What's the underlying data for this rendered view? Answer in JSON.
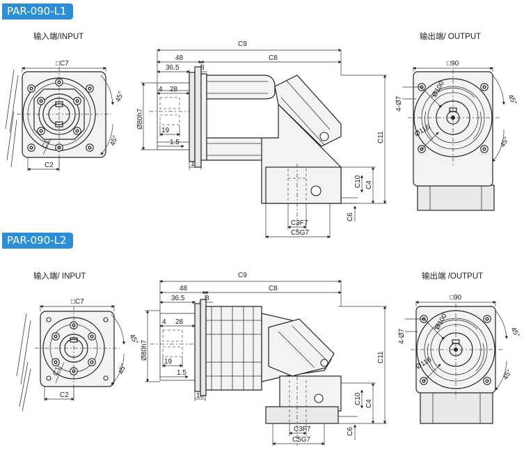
{
  "sections": [
    {
      "model": "PAR-090-L1",
      "input_title": "输入端/INPUT",
      "output_title": "输出端/ OUTPUT",
      "input_labels": {
        "square": "□C7",
        "c1": "C1",
        "c2": "C2",
        "ang_top": "45°",
        "ang_bot": "45°"
      },
      "side_labels": {
        "c9": "C9",
        "d48": "48",
        "c8": "C8",
        "d36_5": "36.5",
        "d8": "8",
        "d4": "4",
        "d28": "28",
        "dia80": "Ø80h7",
        "d19": "19",
        "d1_5": "1.5",
        "d10": "10",
        "c11": "C11",
        "c10": "C10",
        "c4": "C4",
        "c6": "C6",
        "c3": "C3F7",
        "c5": "C5G7"
      },
      "output_labels": {
        "square": "□90",
        "holes": "4-Ø7",
        "pcd100": "Ø100",
        "pcd116": "Ø116",
        "ang_top": "45°",
        "ang_bot": "45°"
      }
    },
    {
      "model": "PAR-090-L2",
      "input_title": "输入端/ INPUT",
      "output_title": "输出端 /OUTPUT",
      "input_labels": {
        "square": "□C7",
        "c1": "C1",
        "c2": "C2",
        "ang_top": "45°",
        "ang_bot": "45°"
      },
      "side_labels": {
        "c9": "C9",
        "d48": "48",
        "c8": "C8",
        "d36_5": "36.5",
        "d8": "8",
        "d4": "4",
        "d28": "28",
        "dia80": "Ø80h7",
        "d19": "19",
        "d1_5": "1.5",
        "d10": "10",
        "c11": "C11",
        "c10": "C10",
        "c4": "C4",
        "c6": "C6",
        "c3": "C3F7",
        "c5": "C5G7"
      },
      "output_labels": {
        "square": "□90",
        "holes": "4-Ø7",
        "pcd100": "Ø100",
        "pcd116": "Ø116",
        "ang_top": "45°",
        "ang_bot": "45°"
      }
    }
  ]
}
